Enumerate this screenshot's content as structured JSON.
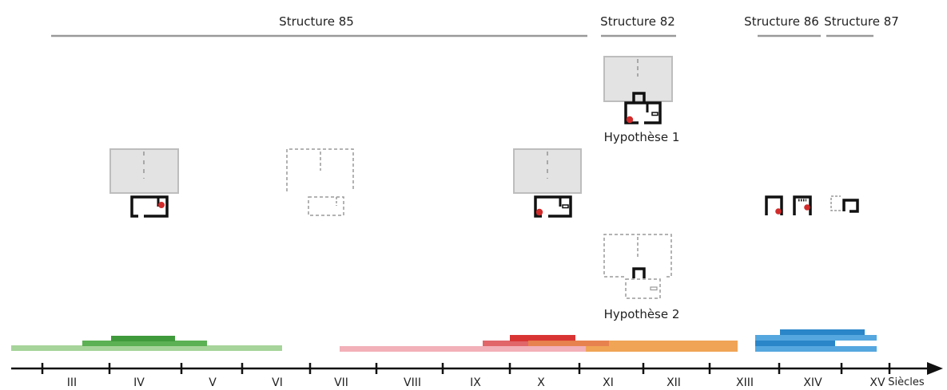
{
  "structures": [
    {
      "label": "Structure 85"
    },
    {
      "label": "Structure 82"
    },
    {
      "label": "Structure 86"
    },
    {
      "label": "Structure 87"
    }
  ],
  "hypotheses": [
    {
      "label": "Hypothèse 1"
    },
    {
      "label": "Hypothèse 2"
    }
  ],
  "axis": {
    "unit_label": "Siècles",
    "centuries": [
      "III",
      "IV",
      "V",
      "VI",
      "VII",
      "VIII",
      "IX",
      "X",
      "XI",
      "XII",
      "XIII",
      "XIV",
      "XV"
    ]
  },
  "colors": {
    "green": "#4fa64a",
    "green_light": "#a6d49a",
    "red": "#d93434",
    "pink": "#f2b0b8",
    "orange": "#f0a455",
    "blue": "#2a86c8",
    "blue_light": "#6ab4e2",
    "marker": "#d22b2b",
    "structure_grey": "#e3e3e3"
  }
}
